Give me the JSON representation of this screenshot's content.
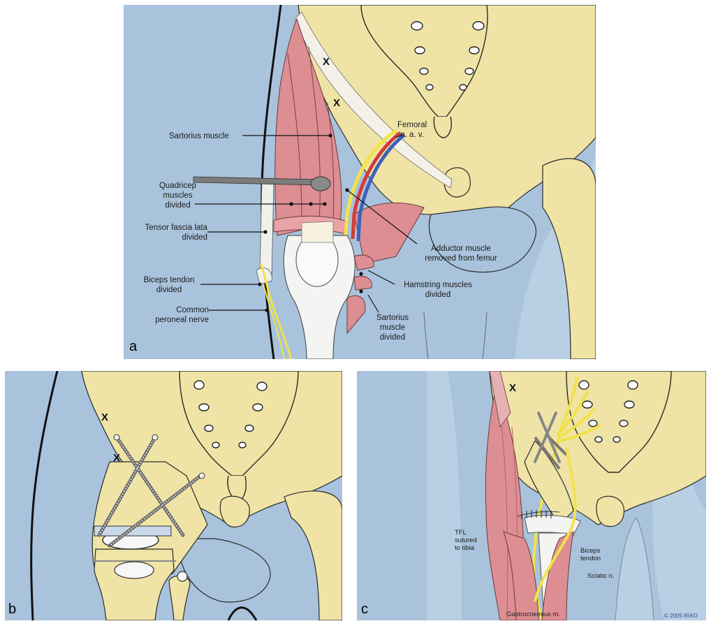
{
  "panel_a": {
    "letter": "a",
    "marks": [
      "X",
      "X"
    ],
    "labels": {
      "femoral_1": "Femoral",
      "femoral_2": "n. a. v.",
      "sartorius": "Sartorius muscle",
      "quad_1": "Quadricep",
      "quad_2": "muscles",
      "quad_3": "divided",
      "tfl_1": "Tensor fascia lata",
      "tfl_2": "divided",
      "adductor_1": "Adductor muscle",
      "adductor_2": "removed from femur",
      "biceps_1": "Biceps tendon",
      "biceps_2": "divided",
      "hamstring_1": "Hamstring muscles",
      "hamstring_2": "divided",
      "peroneal_1": "Common",
      "peroneal_2": "peroneal nerve",
      "sart_div_1": "Sartorius",
      "sart_div_2": "muscle",
      "sart_div_3": "divided"
    }
  },
  "panel_b": {
    "letter": "b",
    "marks": [
      "X",
      "X"
    ]
  },
  "panel_c": {
    "letter": "c",
    "marks": [
      "X"
    ],
    "labels": {
      "tfl_1": "TFL",
      "tfl_2": "sutured",
      "tfl_3": "to tibia",
      "biceps_1": "Biceps",
      "biceps_2": "tendon",
      "sciatic": "Sciatic n.",
      "gastro": "Gastrocnemius m.",
      "copyright": "© 2005 RIAO"
    }
  },
  "colors": {
    "background_blue": "#a9c3dc",
    "bone": "#efe4a6",
    "muscle": "#dd8e93",
    "nerve": "#f2e24a",
    "vein": "#3c63b8",
    "artery": "#d23c3a"
  }
}
